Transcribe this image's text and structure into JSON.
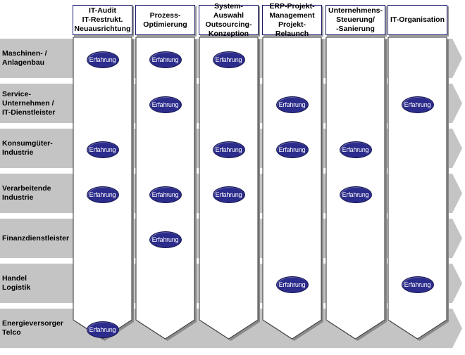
{
  "columns": [
    {
      "label": "IT-Audit\nIT-Restrukt.\nNeuausrichtung"
    },
    {
      "label": "Prozess-\nOptimierung"
    },
    {
      "label": "System-Auswahl\nOutsourcing-\nKonzeption"
    },
    {
      "label": "ERP-Projekt-\nManagement\nProjekt-Relaunch"
    },
    {
      "label": "Unternehmens-\nSteuerung/\n-Sanierung"
    },
    {
      "label": "IT-Organisation"
    }
  ],
  "rows": [
    {
      "label": "Maschinen- /\nAnlagenbau",
      "cells": [
        true,
        true,
        true,
        false,
        false,
        false
      ]
    },
    {
      "label": "Service-\nUnternehmen /\nIT-Dienstleister",
      "cells": [
        false,
        true,
        false,
        true,
        false,
        true
      ]
    },
    {
      "label": "Konsumgüter-\nIndustrie",
      "cells": [
        true,
        false,
        true,
        true,
        true,
        false
      ]
    },
    {
      "label": "Verarbeitende\nIndustrie",
      "cells": [
        true,
        true,
        true,
        false,
        true,
        false
      ]
    },
    {
      "label": "Finanzdienstleister",
      "cells": [
        false,
        true,
        false,
        false,
        false,
        false
      ]
    },
    {
      "label": "Handel\nLogistik",
      "cells": [
        false,
        false,
        false,
        true,
        false,
        true
      ]
    },
    {
      "label": "Energieversorger\nTelco",
      "cells": [
        true,
        false,
        false,
        false,
        false,
        false
      ]
    }
  ],
  "badge_label": "Erfahrung",
  "colors": {
    "band": "#c4c4c4",
    "badge": "#2c2c8c",
    "header_border": "#1a1a6e"
  }
}
